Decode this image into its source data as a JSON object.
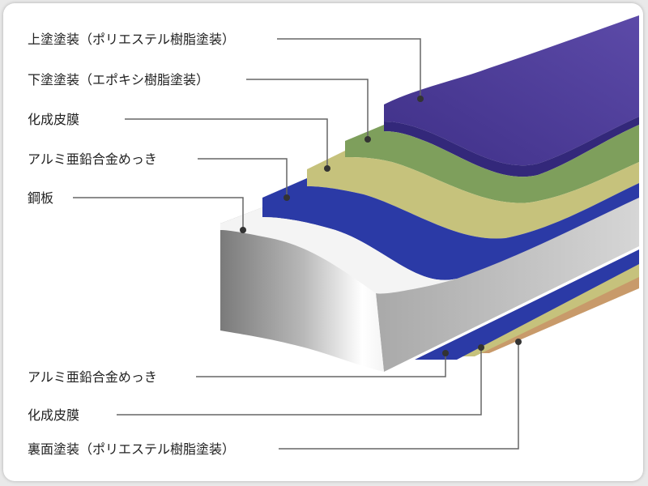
{
  "labels": {
    "top_coat": "上塗塗装（ポリエステル樹脂塗装）",
    "primer": "下塗塗装（エポキシ樹脂塗装）",
    "conversion_top": "化成皮膜",
    "plating_top": "アルミ亜鉛合金めっき",
    "steel": "鋼板",
    "plating_bottom": "アルミ亜鉛合金めっき",
    "conversion_bottom": "化成皮膜",
    "back_coat": "裏面塗装（ポリエステル樹脂塗装）"
  },
  "colors": {
    "top_coat": "#4a3a98",
    "primer": "#7e9f5c",
    "conversion": "#c6c27c",
    "plating": "#2b3aa6",
    "steel": "#d8d8d8",
    "back_coat": "#c89a6a"
  }
}
